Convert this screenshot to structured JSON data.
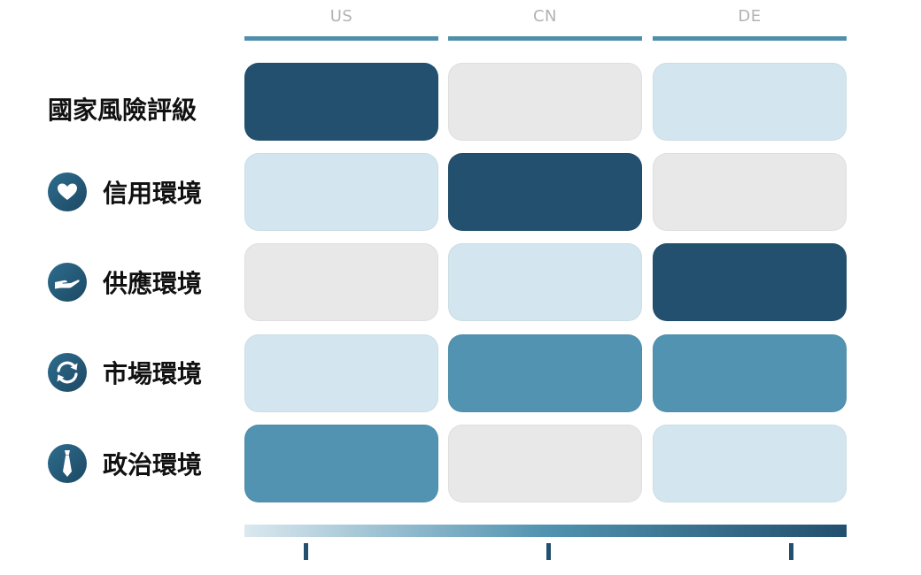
{
  "chart_data": {
    "type": "heatmap",
    "columns": [
      "US",
      "CN",
      "DE"
    ],
    "rows": [
      {
        "label": "國家風險評級",
        "icon": null,
        "levels": [
          3,
          1,
          2
        ]
      },
      {
        "label": "信用環境",
        "icon": "heart-icon",
        "levels": [
          2,
          3,
          1
        ]
      },
      {
        "label": "供應環境",
        "icon": "hand-icon",
        "levels": [
          1,
          2,
          3
        ]
      },
      {
        "label": "市場環境",
        "icon": "cycle-arrows-icon",
        "levels": [
          2,
          4,
          4
        ]
      },
      {
        "label": "政治環境",
        "icon": "necktie-icon",
        "levels": [
          4,
          1,
          2
        ]
      }
    ],
    "level_colors": {
      "1": "#e8e8e8",
      "2": "#d3e5ee",
      "3": "#22506e",
      "4": "#5193b0"
    },
    "legend": {
      "gradient": [
        "#dbe8ef",
        "#5193b0",
        "#22506e"
      ],
      "ticks": 3
    }
  },
  "colors": {
    "accent": "#4f8fac",
    "icon_bg_start": "#2e6d8e",
    "icon_bg_end": "#1c4863"
  }
}
